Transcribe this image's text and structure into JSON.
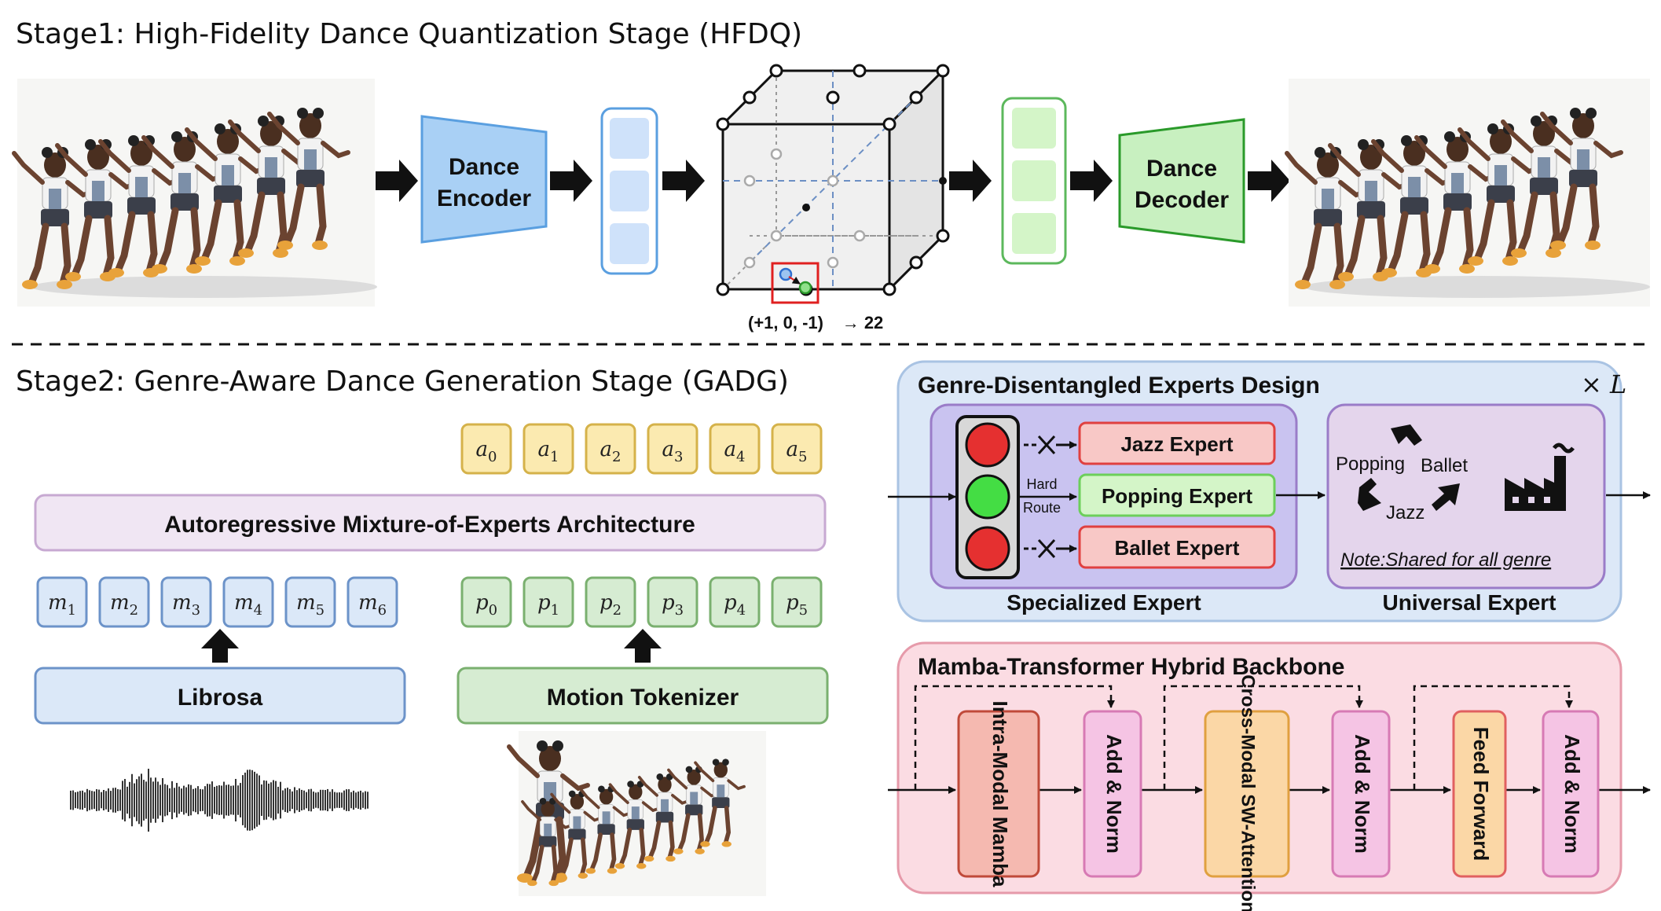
{
  "stage1": {
    "title": "Stage1: High-Fidelity Dance Quantization Stage (HFDQ)",
    "encoder_label": [
      "Dance",
      "Encoder"
    ],
    "decoder_label": [
      "Dance",
      "Decoder"
    ],
    "quantization_caption": "(+1, 0, -1)",
    "quantization_index": "→ 22"
  },
  "stage2": {
    "title": "Stage2: Genre-Aware Dance Generation Stage (GADG)",
    "action_tokens": [
      "a0",
      "a1",
      "a2",
      "a3",
      "a4",
      "a5"
    ],
    "music_tokens": [
      "m1",
      "m2",
      "m3",
      "m4",
      "m5",
      "m6"
    ],
    "motion_tokens": [
      "p0",
      "p1",
      "p2",
      "p3",
      "p4",
      "p5"
    ],
    "ar_moe_label": "Autoregressive Mixture-of-Experts Architecture",
    "librosa_label": "Librosa",
    "motion_tokenizer_label": "Motion Tokenizer"
  },
  "experts": {
    "title": "Genre-Disentangled Experts Design",
    "repeat": "× L",
    "route_label": [
      "Hard",
      "Route"
    ],
    "jazz": "Jazz Expert",
    "popping": "Popping Expert",
    "ballet": "Ballet Expert",
    "cycle_popping": "Popping",
    "cycle_ballet": "Ballet",
    "cycle_jazz": "Jazz",
    "note": "Note:Shared for all genre",
    "specialized_label": "Specialized Expert",
    "universal_label": "Universal Expert"
  },
  "backbone": {
    "title": "Mamba-Transformer Hybrid Backbone",
    "blocks": [
      "Intra-Modal Mamba",
      "Add & Norm",
      "Cross-Modal SW-Attention",
      "Add & Norm",
      "Feed Forward",
      "Add & Norm"
    ]
  },
  "colors": {
    "encoder": "#a9d0f5",
    "decoder": "#c8f0c0",
    "token_yellow": "#fbeab0",
    "token_blue": "#dbe8f8",
    "token_green": "#d6ecd2",
    "experts_panel": "#dce8f7",
    "backbone_panel": "#fbdce3",
    "expert_red": "#f8c8c6",
    "expert_green": "#d4f5c8"
  }
}
